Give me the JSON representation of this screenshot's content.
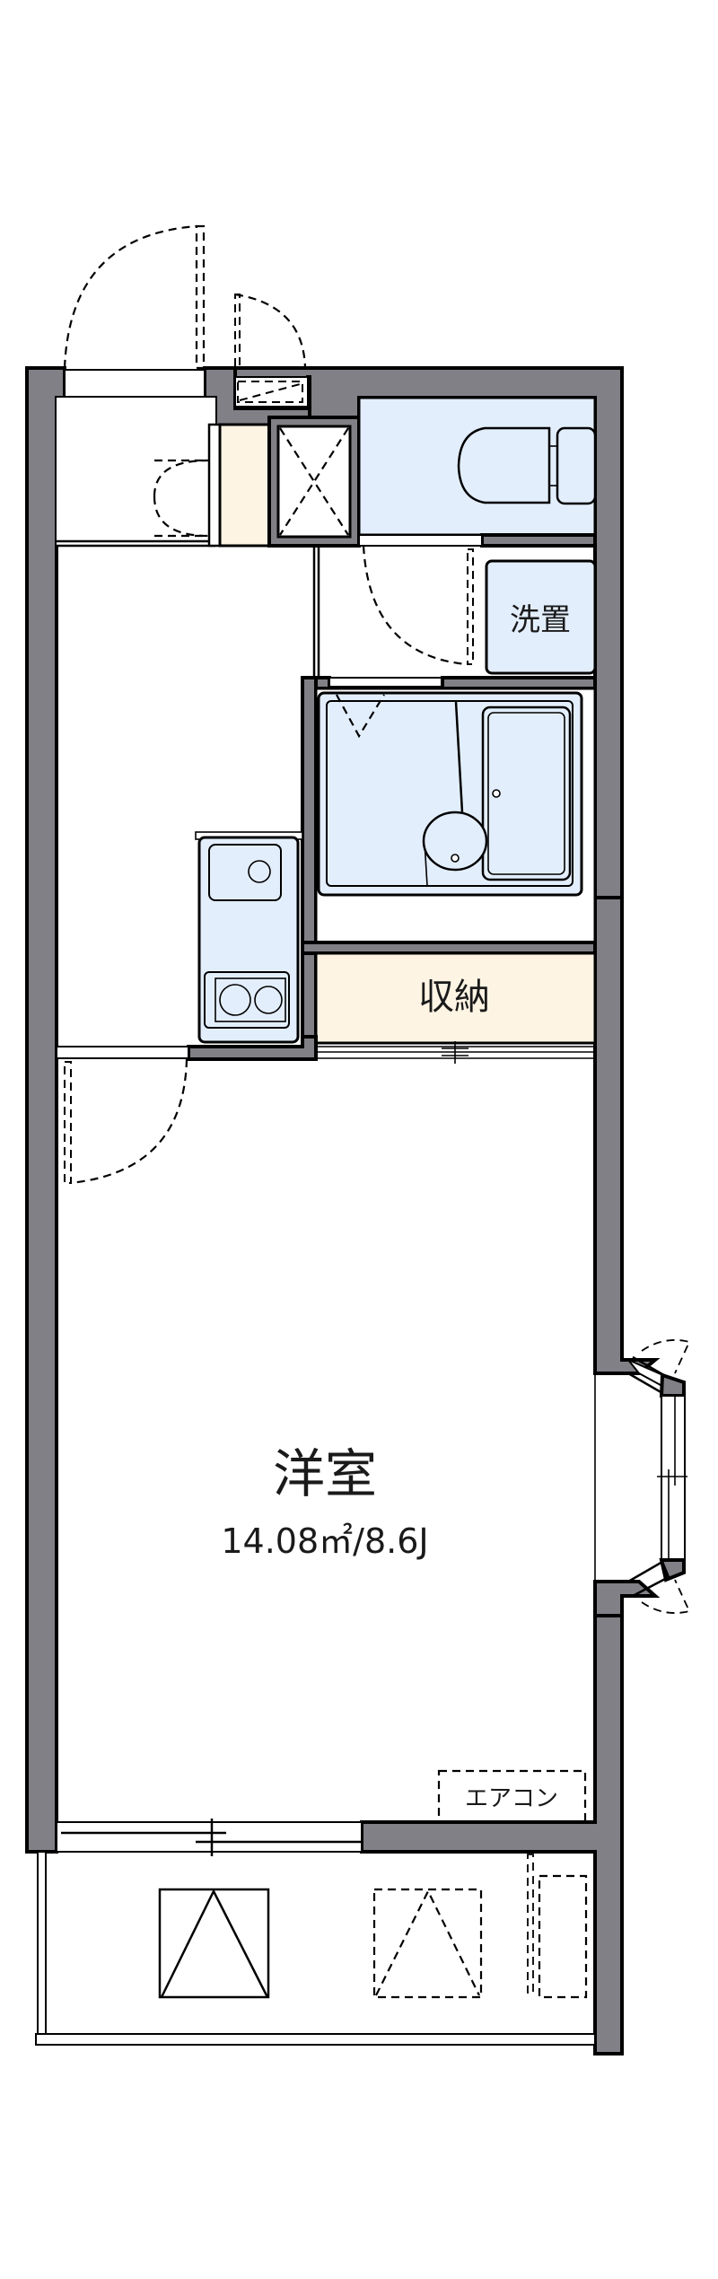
{
  "floor_plan": {
    "rooms": {
      "main_room": {
        "name": "洋室",
        "area": "14.08㎡/8.6J"
      },
      "storage": {
        "name": "収納"
      },
      "laundry": {
        "name": "洗置"
      },
      "air_conditioner": {
        "name": "エアコン"
      }
    },
    "colors": {
      "wall": "#818086",
      "wet_area": "#e3eefc",
      "storage": "#fef4e4",
      "floor": "#ffffff",
      "outline": "#000000"
    }
  }
}
